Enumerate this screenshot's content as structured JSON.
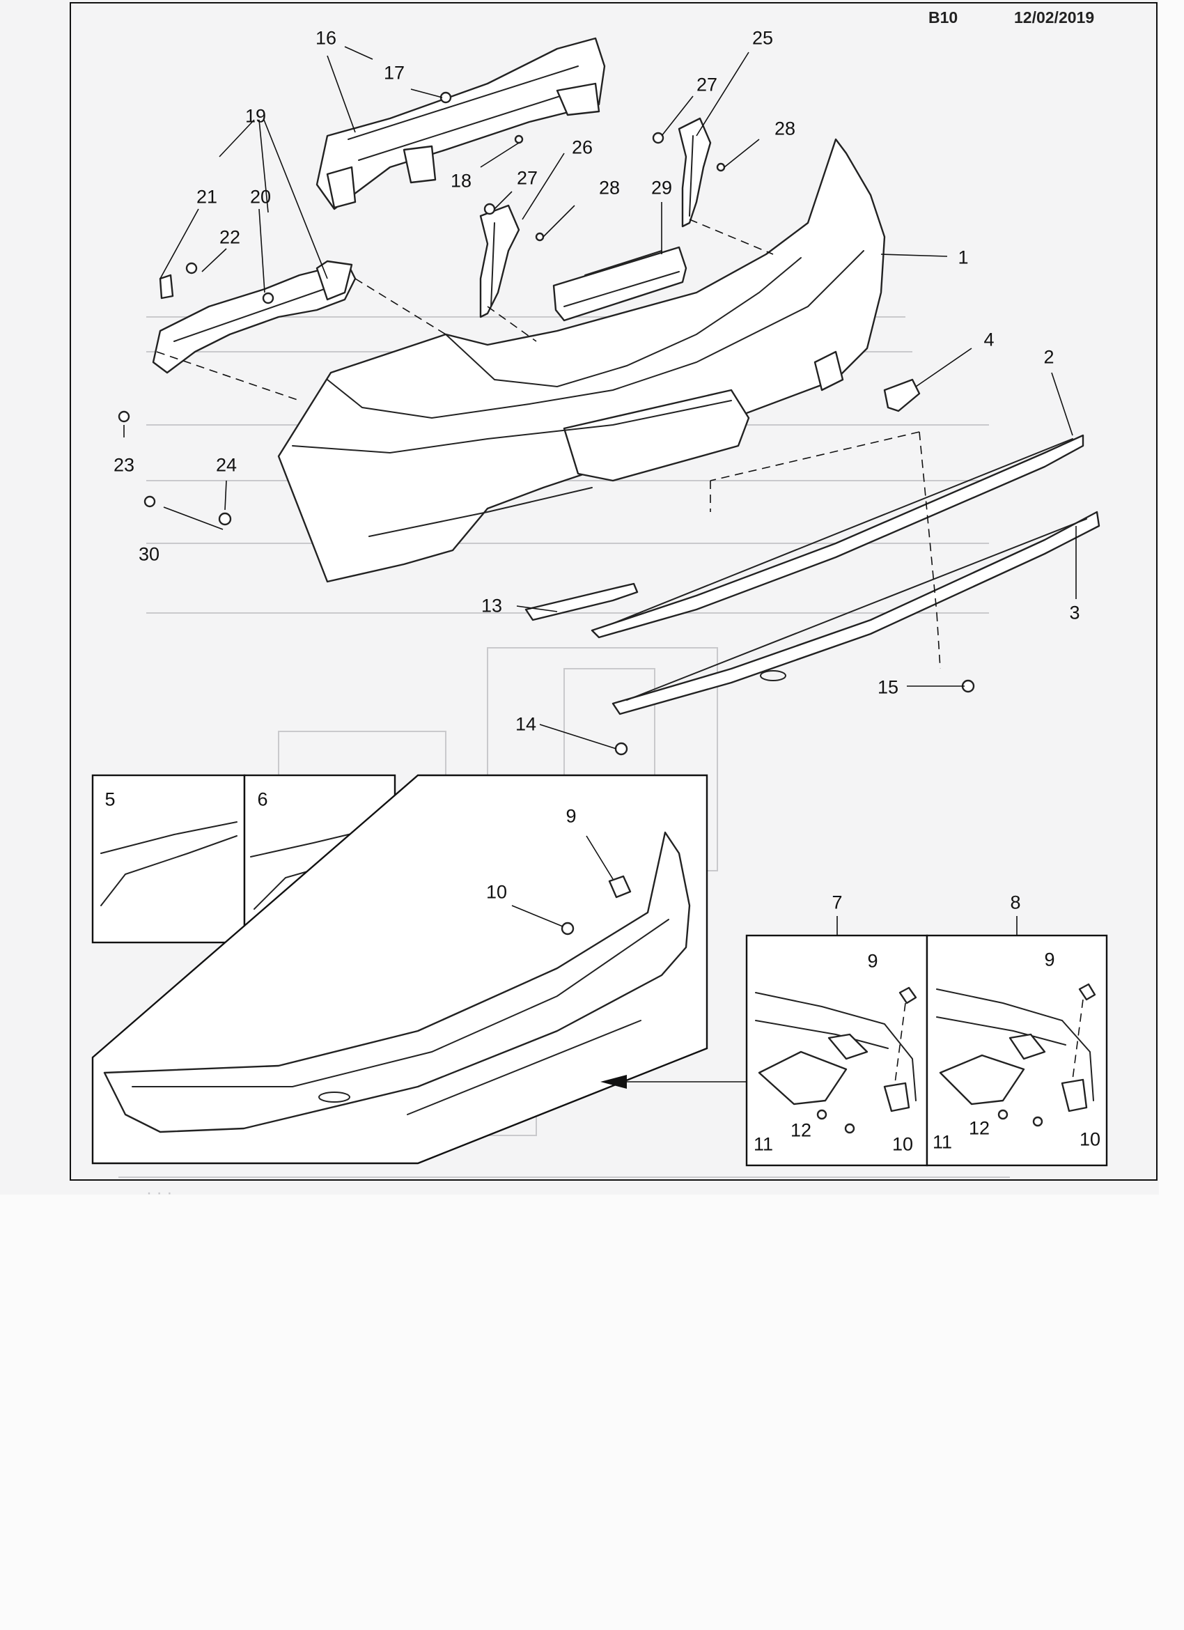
{
  "header": {
    "drawing_no": "B10",
    "date": "12/02/2019"
  },
  "callouts": {
    "c1": "1",
    "c2": "2",
    "c3": "3",
    "c4": "4",
    "c5": "5",
    "c6": "6",
    "c7": "7",
    "c8": "8",
    "c9a": "9",
    "c9b": "9",
    "c9c": "9",
    "c10a": "10",
    "c10b": "10",
    "c10c": "10",
    "c11a": "11",
    "c11b": "11",
    "c12a": "12",
    "c12b": "12",
    "c13": "13",
    "c14": "14",
    "c15": "15",
    "c16": "16",
    "c17": "17",
    "c18": "18",
    "c19": "19",
    "c20": "20",
    "c21": "21",
    "c22": "22",
    "c23": "23",
    "c24": "24",
    "c25": "25",
    "c26": "26",
    "c27a": "27",
    "c27b": "27",
    "c28a": "28",
    "c28b": "28",
    "c29": "29",
    "c30": "30"
  }
}
